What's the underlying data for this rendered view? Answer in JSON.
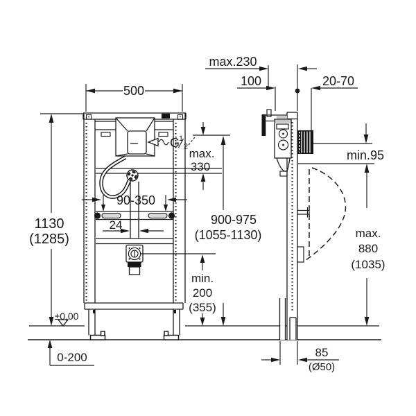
{
  "colors": {
    "line": "#1a1a1a",
    "background": "#ffffff"
  },
  "front_view": {
    "width": "500",
    "height": "1130",
    "height_alt": "(1285)",
    "thread_letter": "G",
    "thread_numerator": "1",
    "thread_denominator": "2",
    "inlet_max_label": "max.",
    "inlet_max_value": "330",
    "fixing_span": "90-350",
    "pipe_width": "24",
    "flush_pipe_range": "900-975",
    "flush_pipe_range_alt": "(1055-1130)",
    "drain_min_label": "min.",
    "drain_min_value": "200",
    "drain_min_alt": "(355)",
    "floor_level": "±0,00",
    "feet_adjust_range": "0-200"
  },
  "side_view": {
    "depth_max": "max.230",
    "top_offset": "100",
    "wall_thickness_range": "20-70",
    "clearance_min": "min.95",
    "urinal_max_label": "max.",
    "urinal_max_value": "880",
    "urinal_max_alt": "(1035)",
    "drain_offset": "85",
    "drain_diameter": "(Ø50)"
  }
}
